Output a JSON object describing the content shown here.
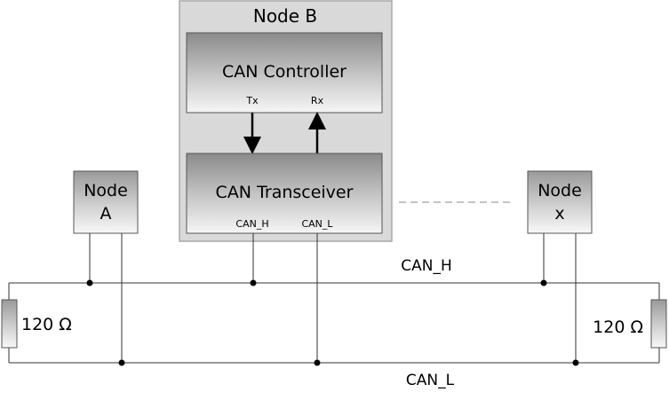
{
  "node_b": {
    "title": "Node B",
    "controller": {
      "label": "CAN Controller",
      "tx": "Tx",
      "rx": "Rx"
    },
    "transceiver": {
      "label": "CAN Transceiver",
      "can_h": "CAN_H",
      "can_l": "CAN_L"
    }
  },
  "node_a": {
    "line1": "Node",
    "line2": "A"
  },
  "node_x": {
    "line1": "Node",
    "line2": "x"
  },
  "bus": {
    "can_h": "CAN_H",
    "can_l": "CAN_L"
  },
  "resistors": {
    "left": "120 Ω",
    "right": "120 Ω"
  },
  "colors": {
    "outer_box": "#d9d9d9",
    "gradient_dark": "#8c8c8c",
    "gradient_light": "#f4f4f4",
    "line": "#333333"
  }
}
